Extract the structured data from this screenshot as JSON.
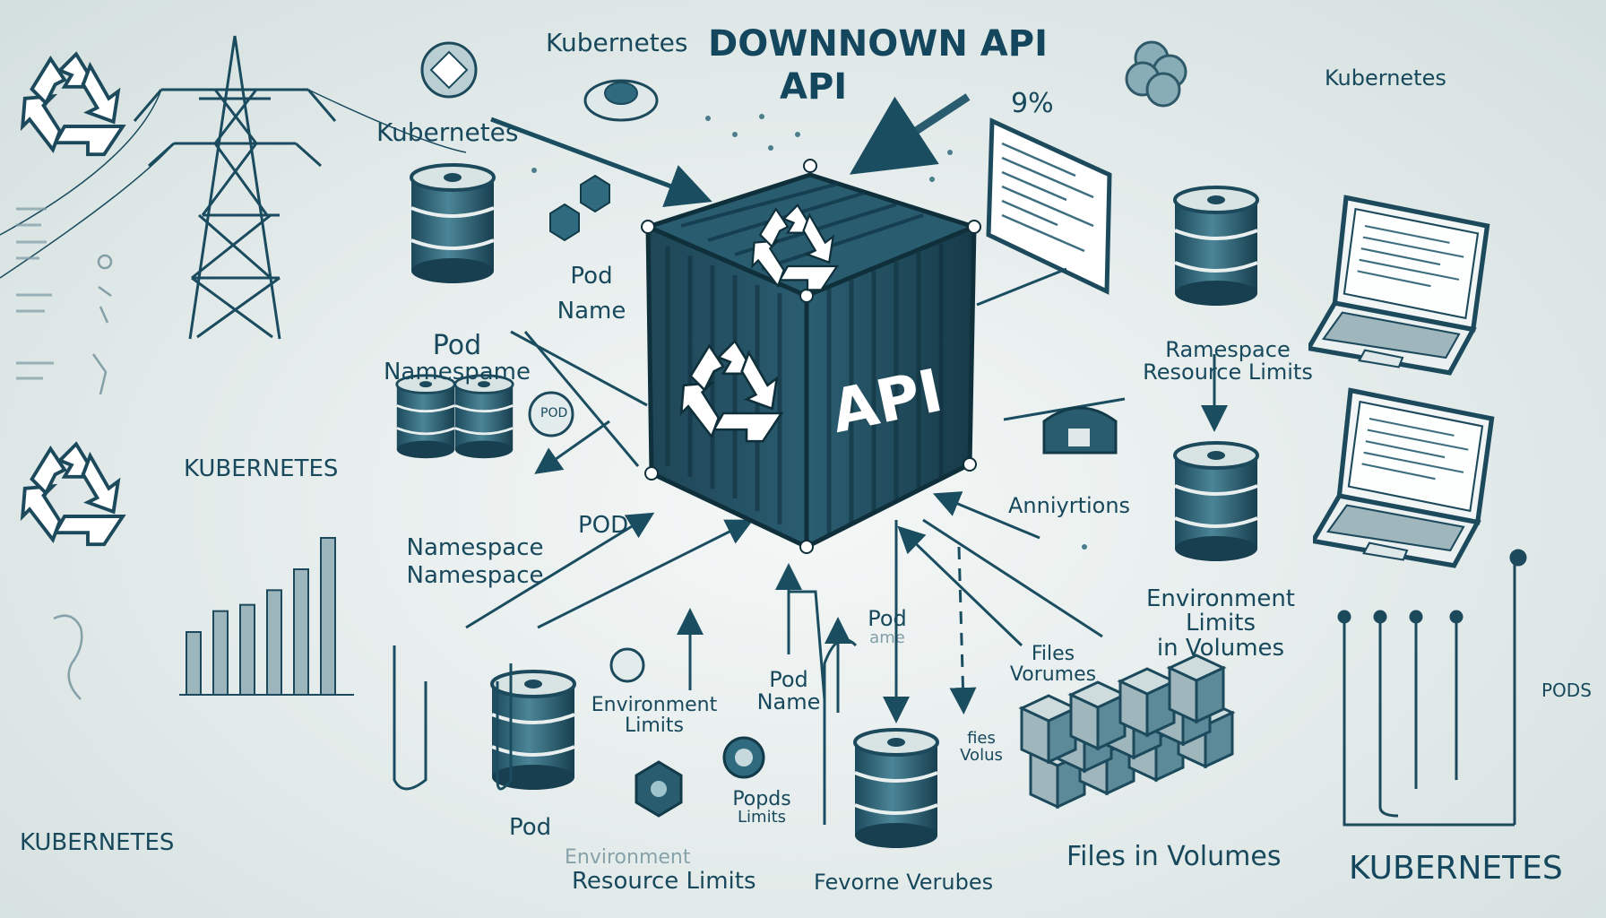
{
  "title": {
    "small": "Kubernetes",
    "main": "DOWNNOWN API",
    "sub": "API"
  },
  "percent": "9%",
  "cube_label": "API",
  "labels": {
    "kubernetes_top_left": "Kubernetes",
    "kubernetes_top_right": "Kubernetes",
    "kubernetes_mid_left": "KUBERNETES",
    "kubernetes_bottom_left": "KUBERNETES",
    "kubernetes_bottom_right": "KUBERNETES",
    "pod_name_1": "Pod",
    "pod_name_2": "Name",
    "pod_namespace_1": "Pod",
    "pod_namespace_2": "Namespame",
    "namespace_1": "Namespace",
    "namespace_2": "Namespace",
    "pod_caps": "POD",
    "ramespace_1": "Ramespace",
    "ramespace_2": "Resource Limits",
    "anniyrtions": "Anniyrtions",
    "env_right_1": "Environment",
    "env_right_2": "Limits",
    "env_right_3": "in Volumes",
    "pod_ame_1": "Pod",
    "pod_ame_2": "ame",
    "files_volumes_1": "Files",
    "files_volumes_2": "Vorumes",
    "env_mid_1": "Environment",
    "env_mid_2": "Limits",
    "pod_name_bottom_1": "Pod",
    "pod_name_bottom_2": "Name",
    "pods_limits_1": "Popds",
    "pods_limits_2": "Limits",
    "fies_volus_1": "fies",
    "fies_volus_2": "Volus",
    "pod_bottom": "Pod",
    "env_faded": "Environment",
    "resource_limits": "Resource Limits",
    "fevorne": "Fevorne Verubes",
    "files_in_volumes": "Files in Volumes",
    "pods_right": "PODS",
    "pod_badge": "POD"
  },
  "bar_chart": {
    "values": [
      3,
      4,
      4.3,
      5,
      6,
      7.5
    ]
  },
  "colors": {
    "primary": "#1b5a6e",
    "dark": "#123a48",
    "accent": "#2f7d93",
    "light": "#e6eeed"
  }
}
